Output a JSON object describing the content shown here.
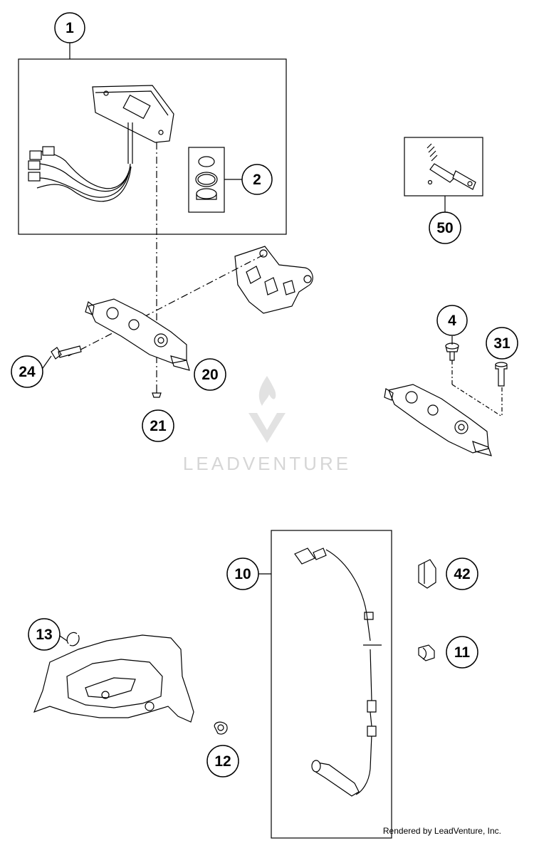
{
  "watermark": {
    "brand": "LEADVENTURE"
  },
  "footer": {
    "credit": "Rendered by LeadVenture, Inc."
  },
  "callouts": {
    "c1": "1",
    "c2": "2",
    "c4": "4",
    "c10": "10",
    "c11": "11",
    "c12": "12",
    "c13": "13",
    "c20": "20",
    "c21": "21",
    "c24": "24",
    "c31": "31",
    "c42": "42",
    "c50": "50"
  }
}
